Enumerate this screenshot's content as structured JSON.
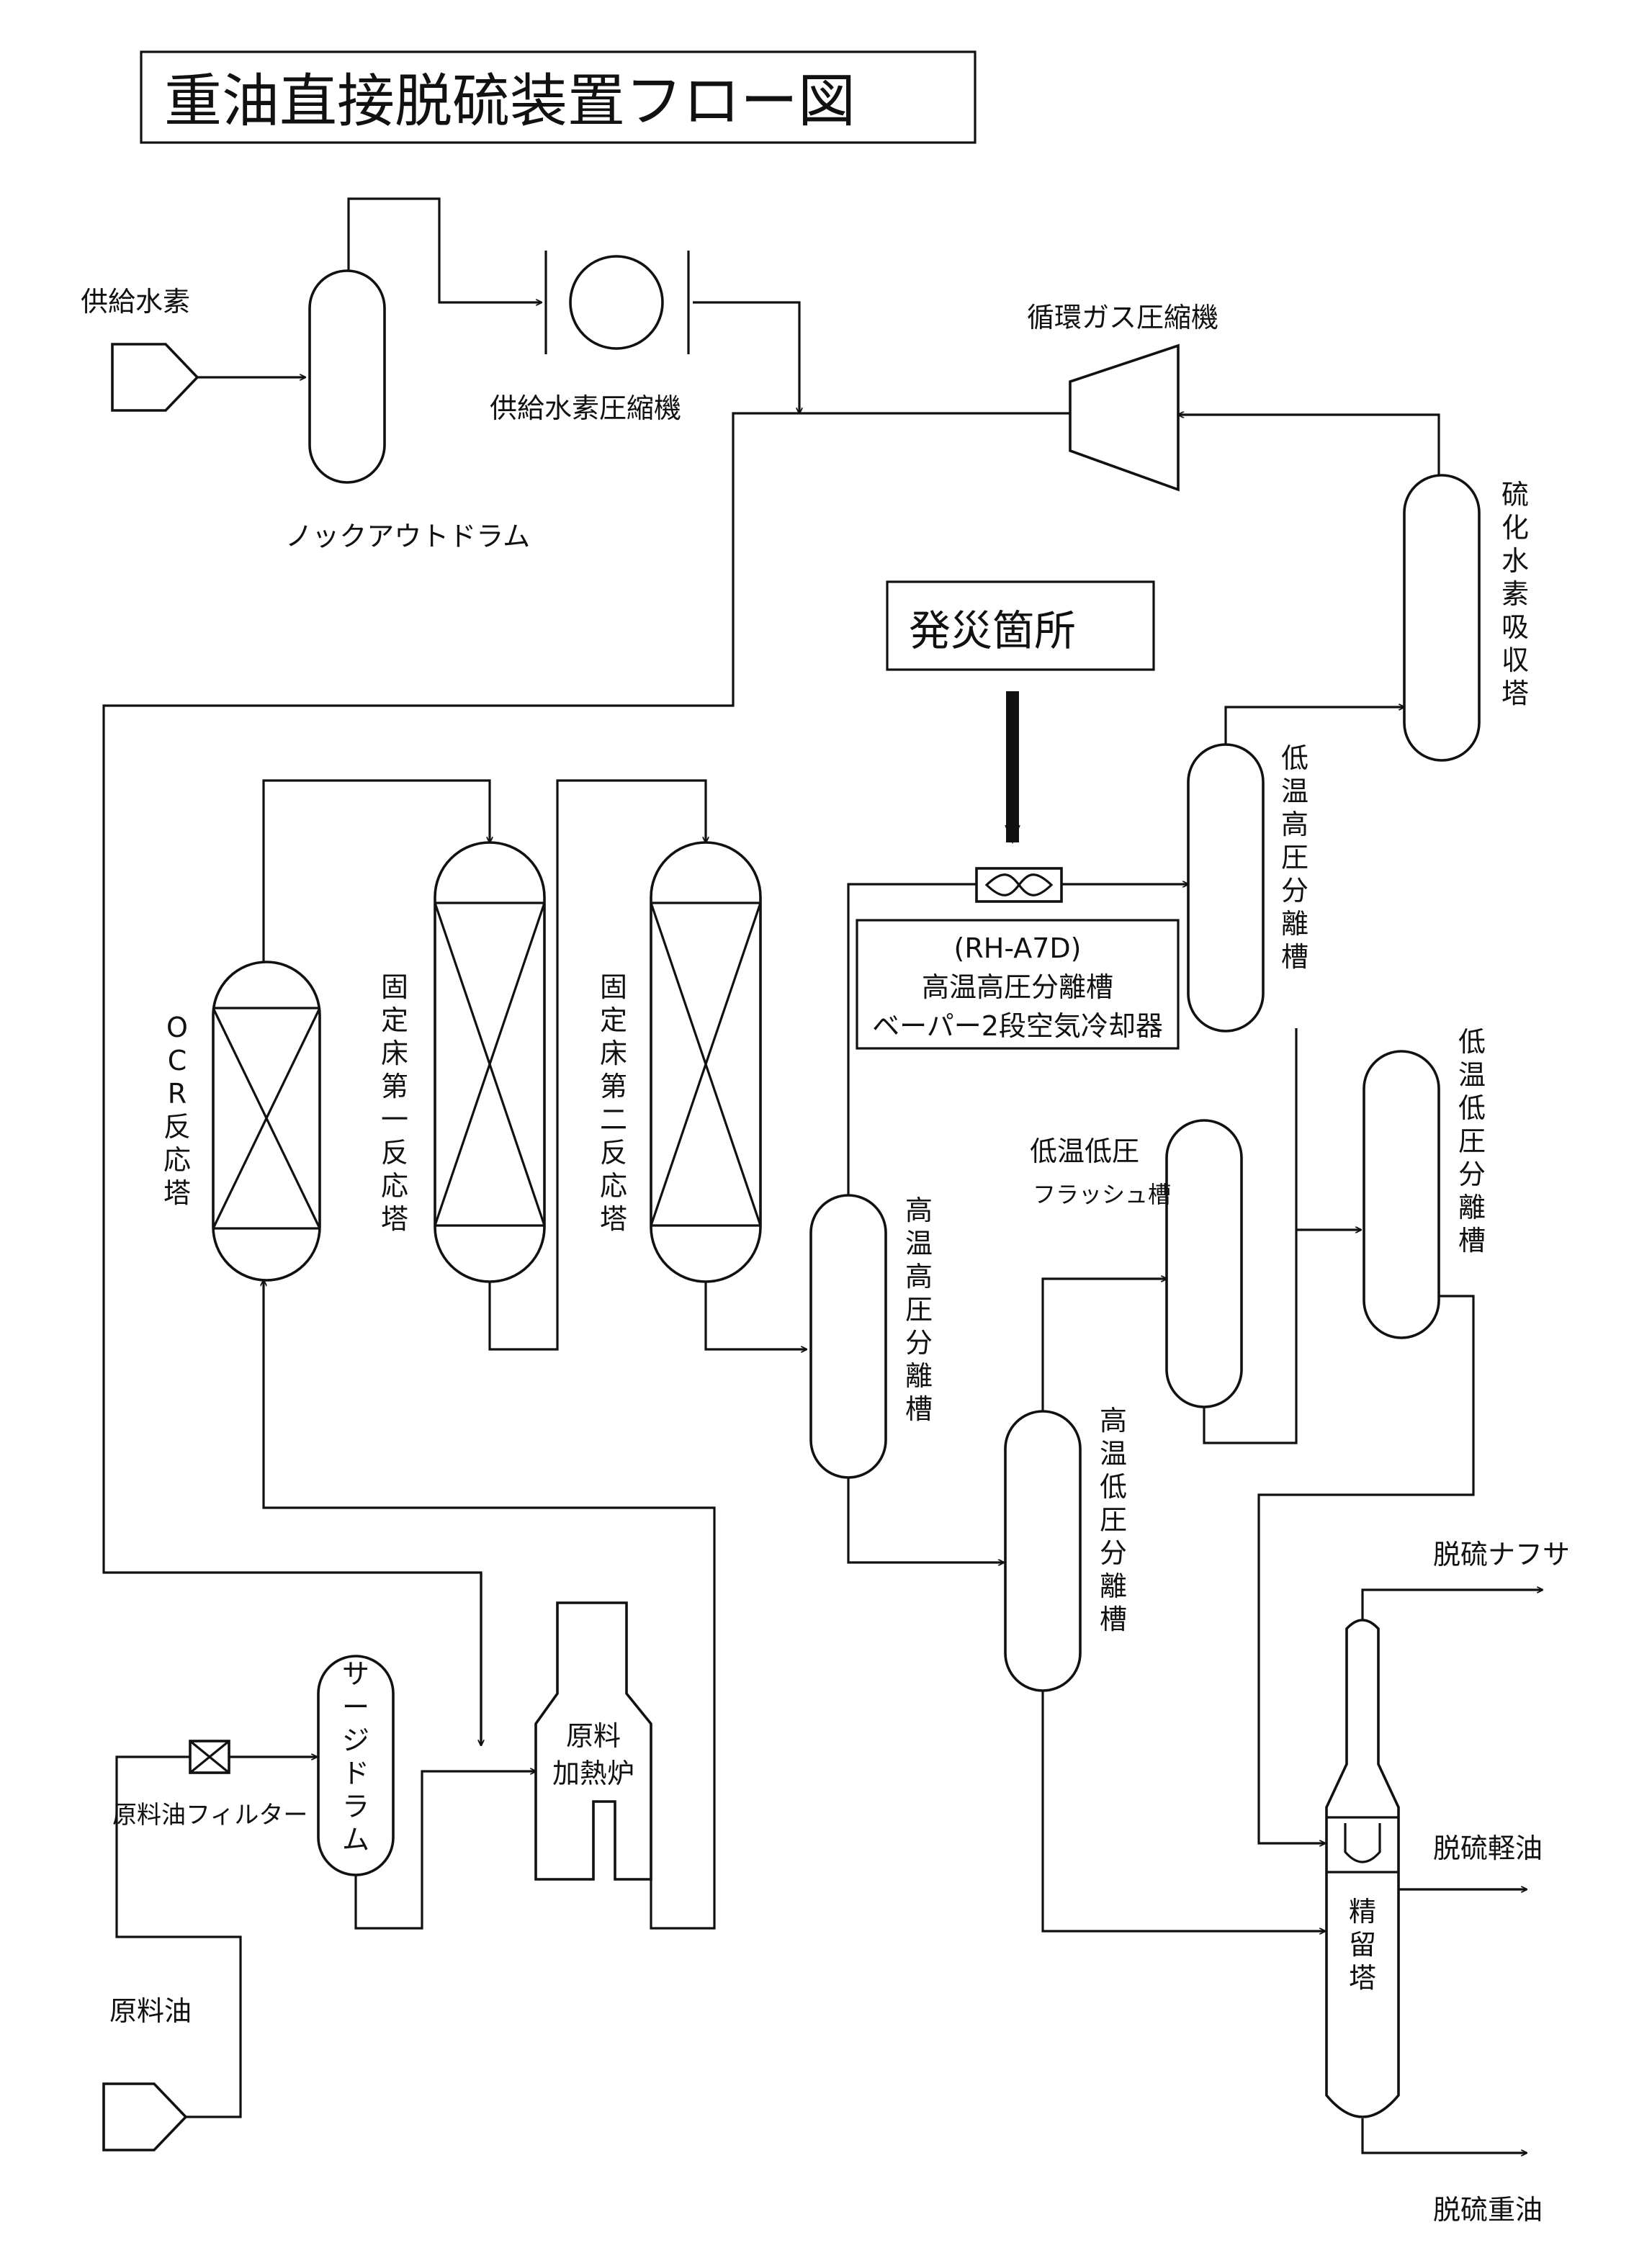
{
  "title": "重油直接脱硫装置フロー図",
  "incident_label": "発災箇所",
  "cooler_box": {
    "line1": "(RH-A7D)",
    "line2": "高温高圧分離槽",
    "line3": "ベーパー2段空気冷却器"
  },
  "labels": {
    "supply_hydrogen": "供給水素",
    "knockout_drum": "ノックアウトドラム",
    "supply_h2_compressor": "供給水素圧縮機",
    "recycle_gas_compressor": "循環ガス圧縮機",
    "h2s_absorber": "硫化水素吸収塔",
    "lt_hp_separator": "低温高圧分離槽",
    "lt_lp_separator": "低温低圧分離槽",
    "lt_lp_flash_1": "低温低圧",
    "lt_lp_flash_2": "フラッシュ槽",
    "ht_hp_separator": "高温高圧分離槽",
    "ht_lp_separator": "高温低圧分離槽",
    "ocr_reactor": "OCR反応塔",
    "fixed_bed_1": "固定床第一反応塔",
    "fixed_bed_2": "固定床第二反応塔",
    "surge_drum": "サージドラム",
    "feed_heater_1": "原料",
    "feed_heater_2": "加熱炉",
    "feed_oil_filter": "原料油フィルター",
    "feed_oil": "原料油",
    "fractionator": "精留塔",
    "desulf_naphtha": "脱硫ナフサ",
    "desulf_light_oil": "脱硫軽油",
    "desulf_heavy_oil": "脱硫重油"
  }
}
